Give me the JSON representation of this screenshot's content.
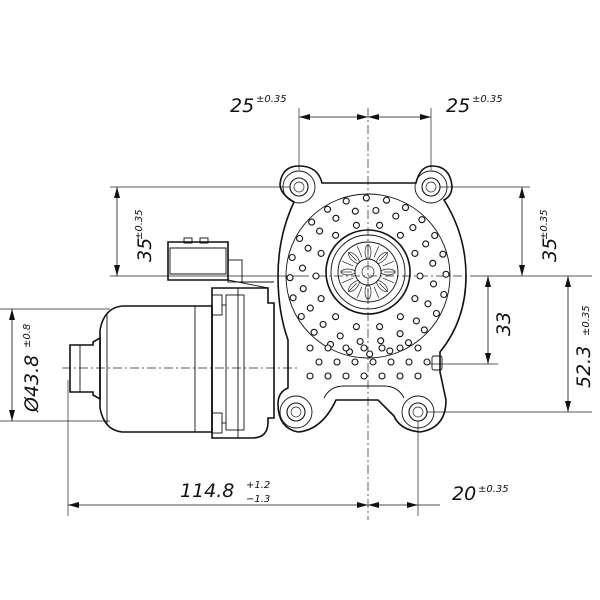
{
  "dimensions": {
    "top_left": {
      "value": "25",
      "tolerance": "±0.35"
    },
    "top_right": {
      "value": "25",
      "tolerance": "±0.35"
    },
    "left_height": {
      "value": "35",
      "tolerance": "±0.35"
    },
    "right_height": {
      "value": "35",
      "tolerance": "±0.35"
    },
    "center_drop": {
      "value": "33"
    },
    "total_height": {
      "value": "52.3",
      "tolerance": "±0.35"
    },
    "motor_dia": {
      "value": "Ø43.8",
      "tolerance": "±0.8"
    },
    "total_length": {
      "value": "114.8",
      "tol_upper": "+1.2",
      "tol_lower": "−1.3"
    },
    "right_offset": {
      "value": "20",
      "tolerance": "±0.35"
    }
  }
}
